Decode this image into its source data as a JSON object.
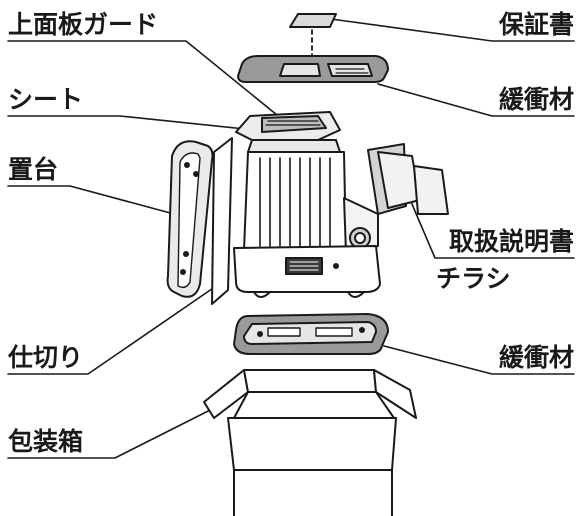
{
  "labels": {
    "top_panel_guard": "上面板ガード",
    "sheet": "シート",
    "stand": "置台",
    "divider": "仕切り",
    "packing_box": "包装箱",
    "warranty": "保証書",
    "cushion_top": "緩衝材",
    "manual": "取扱説明書",
    "flyer": "チラシ",
    "cushion_bottom": "緩衝材"
  }
}
